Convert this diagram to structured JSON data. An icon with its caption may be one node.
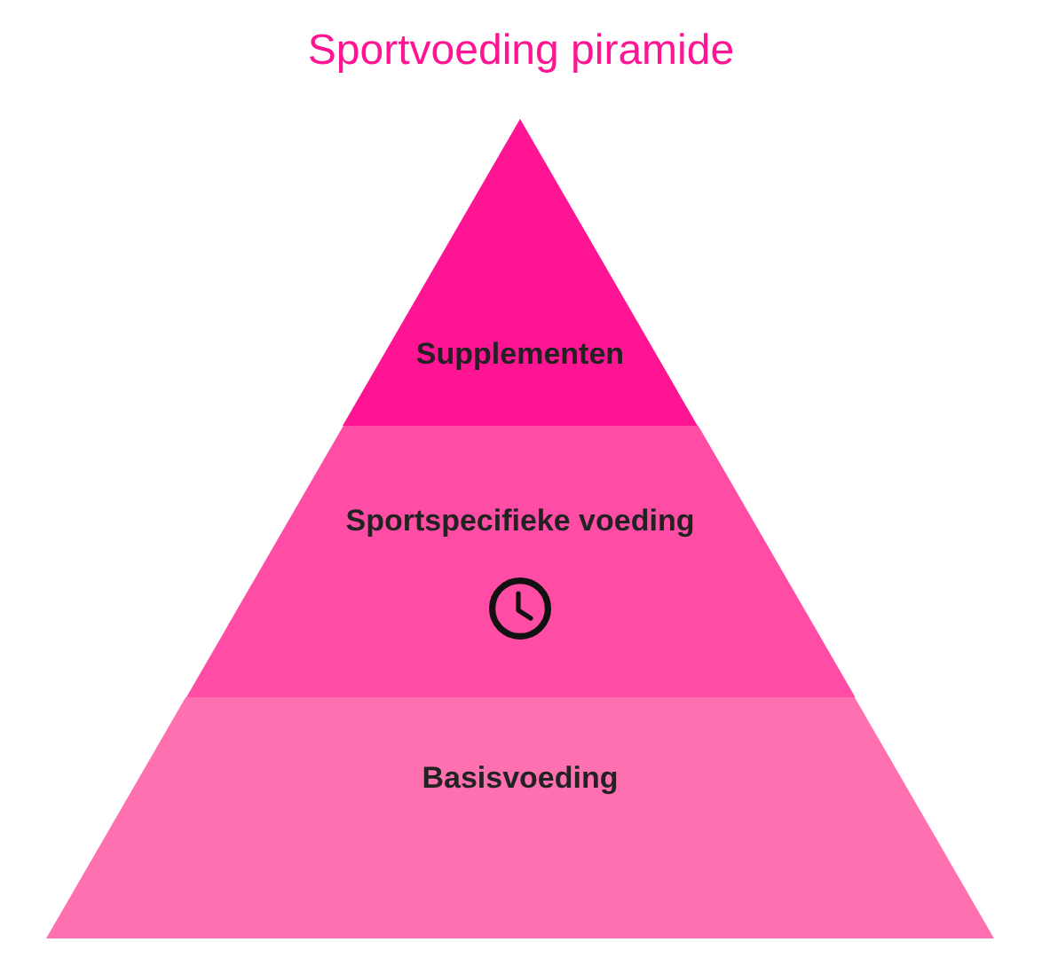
{
  "diagram": {
    "title": "Sportvoeding piramide",
    "nodes": [
      {
        "text": [
          "Supplementen"
        ]
      },
      {
        "text": [
          "Sportspecifieke voeding"
        ]
      },
      {
        "text": [
          "Basisvoeding"
        ]
      }
    ]
  }
}
